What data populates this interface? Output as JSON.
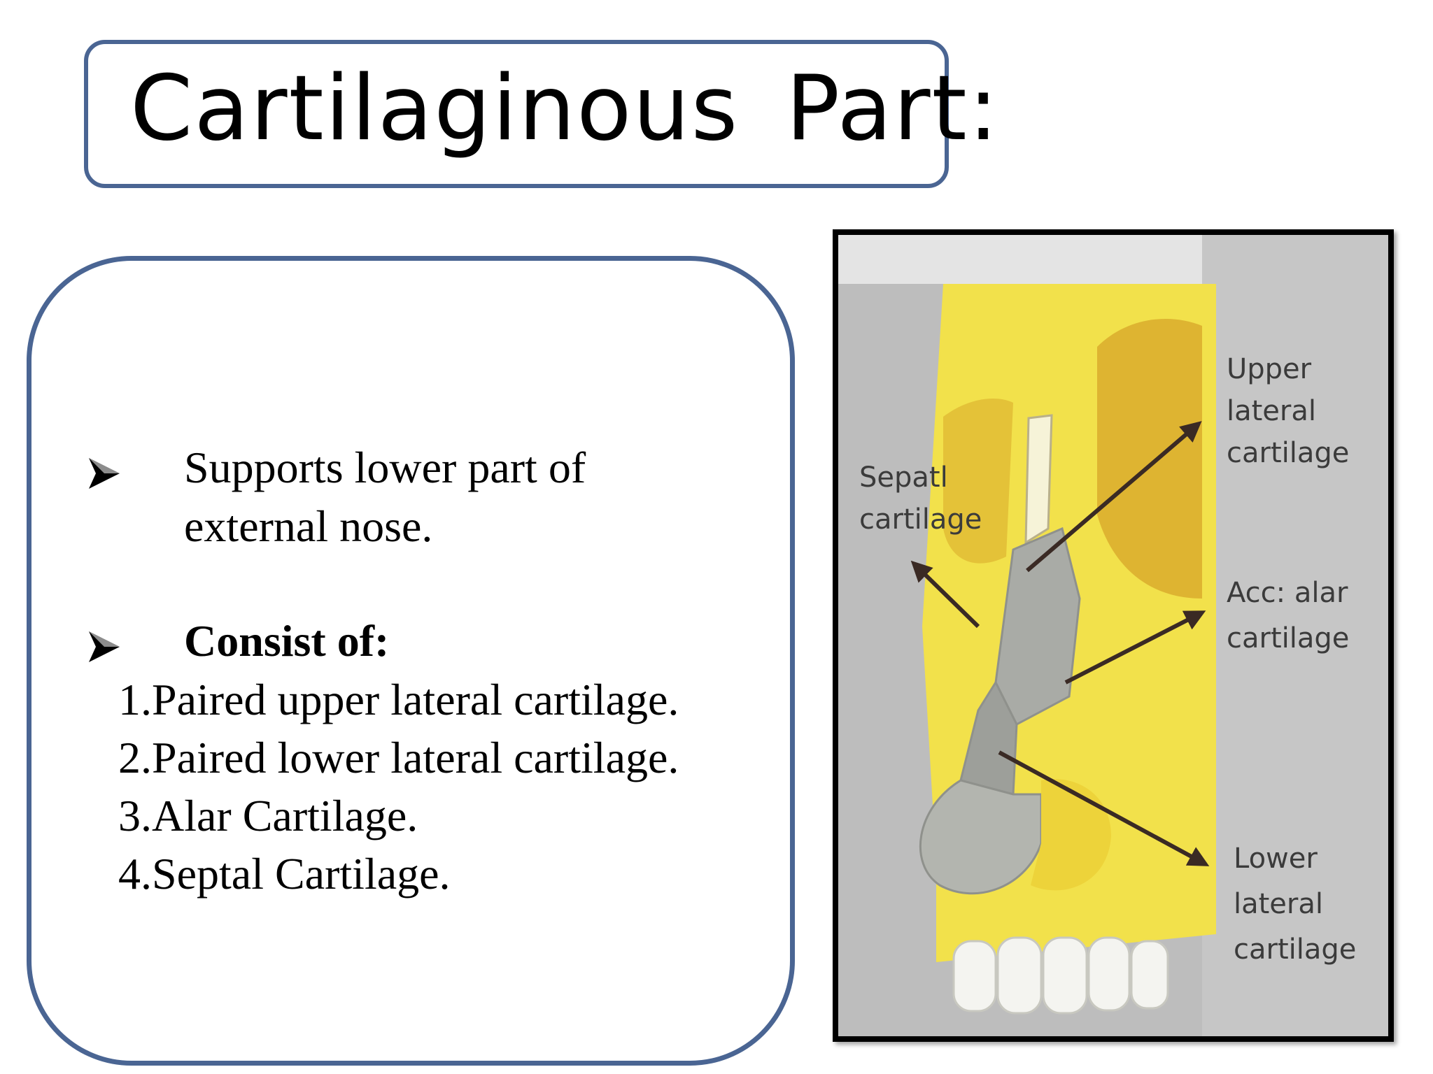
{
  "slide": {
    "title": "Cartilaginous Part:",
    "bullets": [
      {
        "text": "Supports lower part of external nose.",
        "bold": false
      },
      {
        "text": "Consist of:",
        "bold": true
      }
    ],
    "list": [
      "1.Paired upper lateral cartilage.",
      "2.Paired lower lateral  cartilage.",
      "3.Alar Cartilage.",
      "4.Septal Cartilage."
    ]
  },
  "figure": {
    "labels": {
      "septal_line1": "Sepatl",
      "septal_line2": "cartilage",
      "upper_line1": "Upper",
      "upper_line2": "lateral",
      "upper_line3": "cartilage",
      "acc_line1": "Acc: alar",
      "acc_line2": "cartilage",
      "lower_line1": "Lower",
      "lower_line2": "lateral",
      "lower_line3": "cartilage"
    }
  },
  "colors": {
    "border_blue": "#4a6593",
    "bone_yellow": "#f2e14b",
    "bone_shade": "#d8a92a",
    "cartilage_grey": "#a9aba6",
    "background_grey": "#b8b8b8",
    "arrow": "#3a2a24"
  },
  "icons": {
    "bullet": "arrowhead-bullet-icon"
  }
}
